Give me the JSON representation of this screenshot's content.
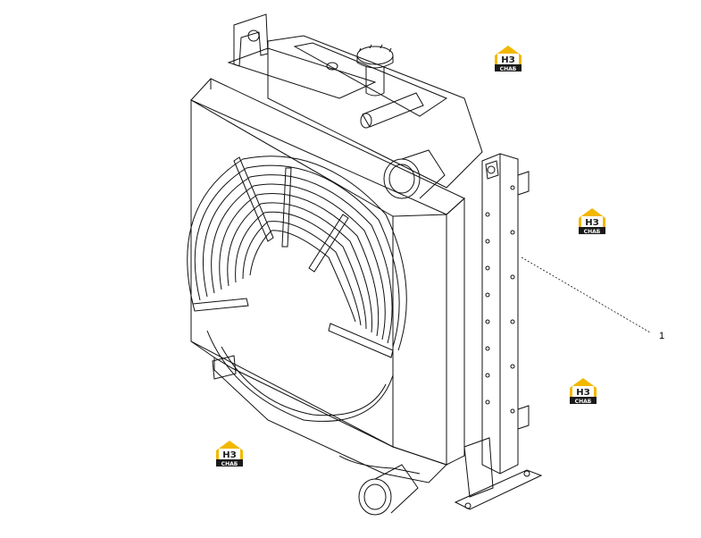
{
  "diagram": {
    "callouts": [
      {
        "label": "1"
      }
    ]
  },
  "watermark": {
    "logo_text_top": "НЗ",
    "logo_text_bottom": "СНАБ",
    "colors": {
      "yellow": "#f2b800",
      "dark": "#1a1a1a"
    }
  },
  "colors": {
    "line": "#111111",
    "background": "#ffffff"
  }
}
